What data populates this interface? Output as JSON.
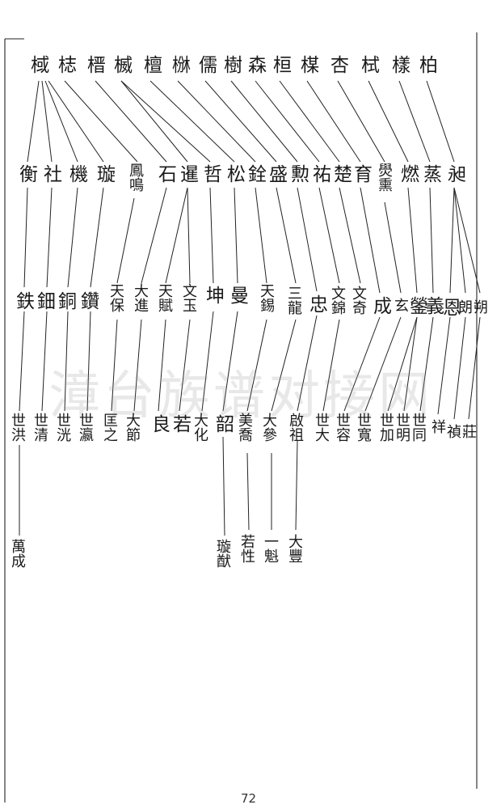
{
  "watermark": "漳台族谱对接网",
  "page_number": "72",
  "generations": {
    "gen1": [
      "柏",
      "樣",
      "栻",
      "杏",
      "楳",
      "桓",
      "森",
      "樹",
      "儒",
      "椕",
      "檀",
      "楲",
      "榗",
      "梽",
      "棫"
    ],
    "gen2": [
      "衡",
      "社",
      "機",
      "璇",
      "鳳鳴",
      "石",
      "暹",
      "哲",
      "松",
      "銓",
      "盛",
      "勲",
      "祐",
      "楚",
      "育",
      "燢熏",
      "燃",
      "蒸",
      "昶"
    ],
    "gen3": [
      "鉄",
      "鈿",
      "銅",
      "鑽",
      "天保",
      "大進",
      "天賦",
      "文玉",
      "坤",
      "曼",
      "天錫",
      "三龍",
      "忠",
      "文錦",
      "文奇",
      "成",
      "玄",
      "鎣",
      "義",
      "恩",
      "朗",
      "朔"
    ],
    "gen4": [
      "世洪",
      "世清",
      "世洸",
      "世瀛",
      "匡之",
      "大節",
      "良",
      "若",
      "大化",
      "韶",
      "美喬",
      "大參",
      "啟祖",
      "世大",
      "世容",
      "世寬",
      "世加",
      "世明",
      "世同",
      "祥",
      "禎",
      "莊"
    ],
    "gen5": [
      "萬成",
      "璇猷",
      "若性",
      "一魁",
      "大豐"
    ]
  }
}
